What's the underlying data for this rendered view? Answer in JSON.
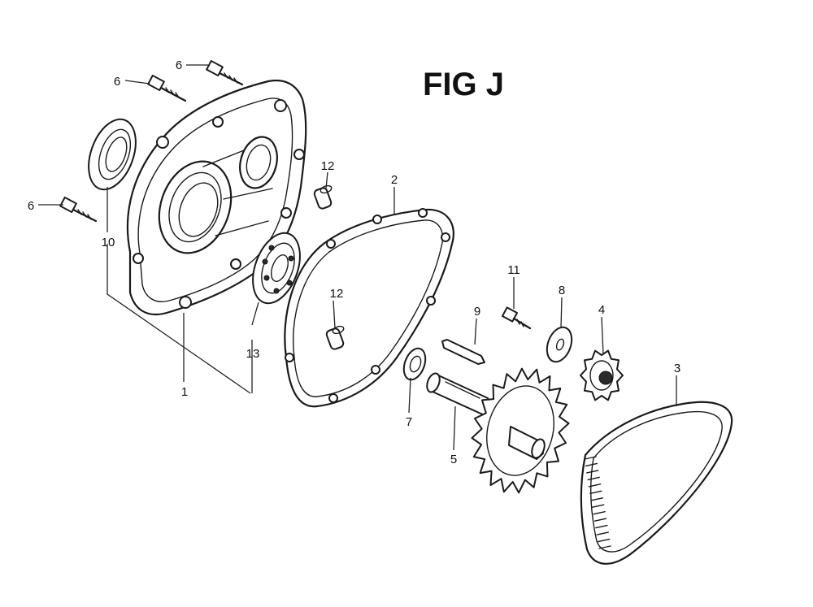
{
  "title": "FIG J",
  "callouts": {
    "c1": "1",
    "c2": "2",
    "c3": "3",
    "c4": "4",
    "c5": "5",
    "c6a": "6",
    "c6b": "6",
    "c6c": "6",
    "c7": "7",
    "c8": "8",
    "c9": "9",
    "c10": "10",
    "c11": "11",
    "c12a": "12",
    "c12b": "12",
    "c13": "13"
  }
}
